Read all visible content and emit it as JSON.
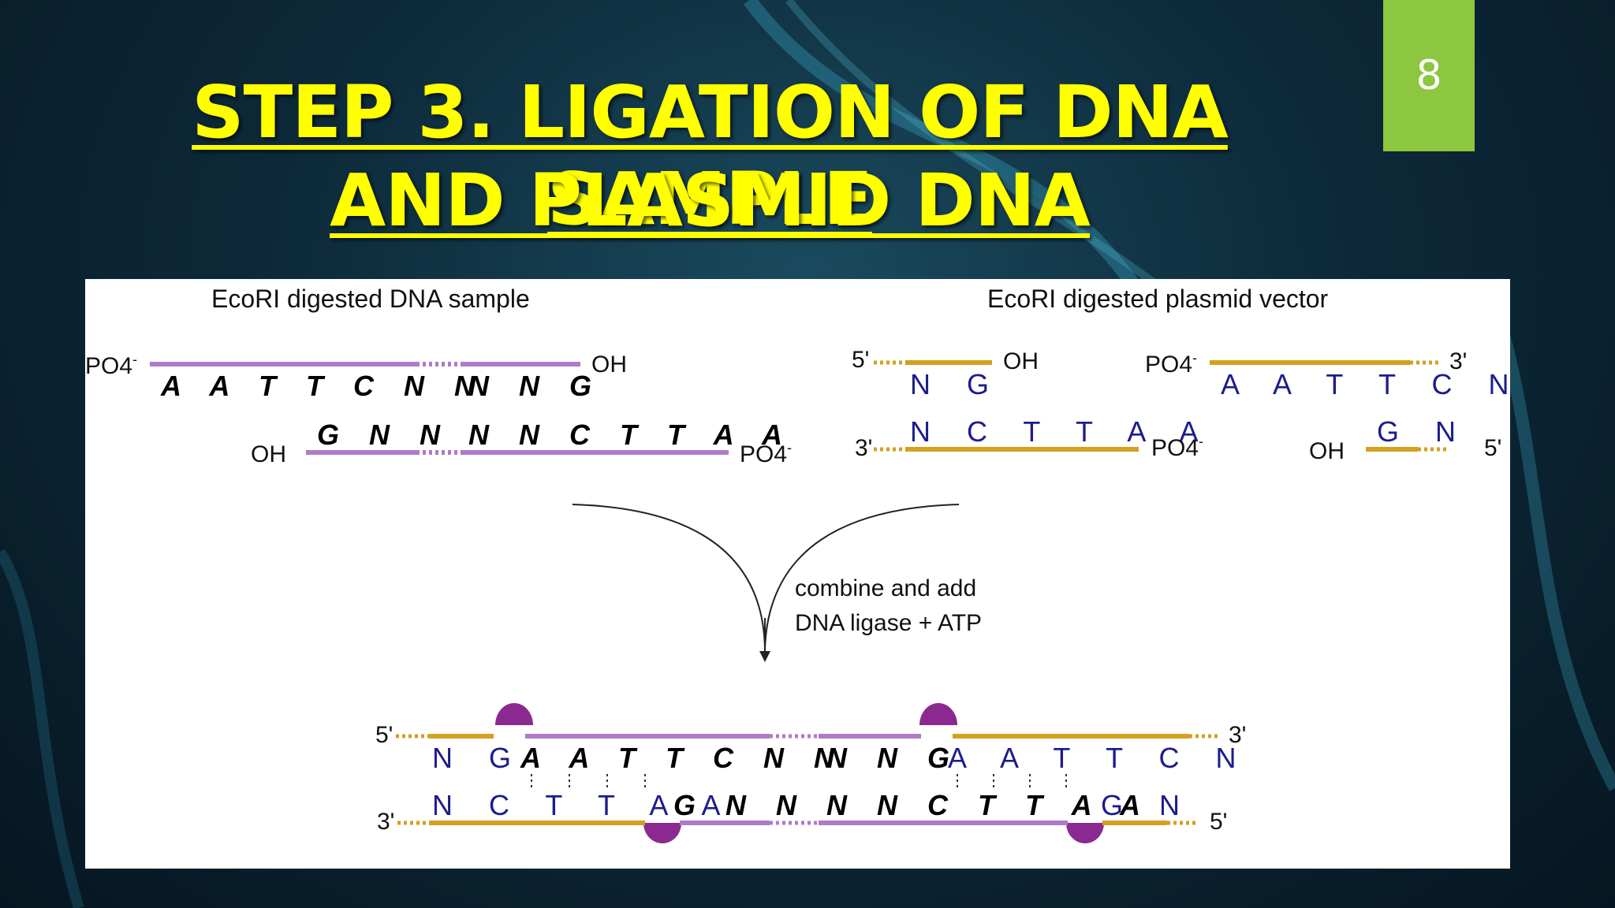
{
  "slide": {
    "number": "8",
    "title_line1": "STEP 3. LIGATION OF DNA SAMPLE",
    "title_line2": "AND PLASMID DNA"
  },
  "diagram": {
    "left_header": "EcoRI digested DNA sample",
    "right_header": "EcoRI digested plasmid vector",
    "sample_top_seq1": "A A T T C N N",
    "sample_top_seq2": "N N G",
    "sample_bot_seq1": "G N N",
    "sample_bot_seq2": "N N C T T A A",
    "plasmid_tl_seq": "N G",
    "plasmid_tr_seq": "A A T T C N",
    "plasmid_bl_seq": "N C T T A A",
    "plasmid_br_seq": "G N",
    "po4": "PO4",
    "po4_sub": "4",
    "po4_sup": "-",
    "oh": "OH",
    "five_prime": "5'",
    "three_prime": "3'",
    "step_text1": "combine and add",
    "step_text2": "DNA ligase + ATP",
    "result_top_a": "N G",
    "result_top_b": "A A T T C N N",
    "result_top_c": "N N G",
    "result_top_d": "A A T T C N",
    "result_bot_a": "N C T T A A",
    "result_bot_b": "G N N",
    "result_bot_c": "N N C T T A A",
    "result_bot_d": "G N",
    "colors": {
      "sample": "#b07ac8",
      "plasmid": "#d4a020",
      "ligase": "#8a2a90",
      "title": "#ffff00",
      "badge": "#8dc63f"
    }
  }
}
